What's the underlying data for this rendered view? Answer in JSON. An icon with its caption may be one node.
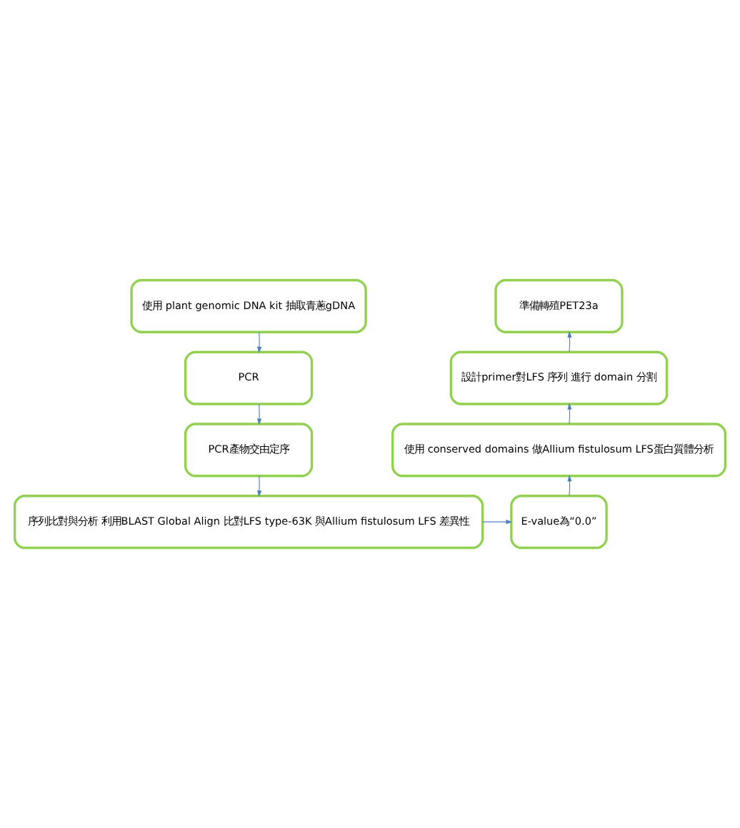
{
  "diagram": {
    "nodes": [
      {
        "text": [
          "使用 plant genomic DNA kit 抽取青蔥gDNA"
        ]
      },
      {
        "text": [
          "PCR"
        ]
      },
      {
        "text": [
          "PCR產物交由定序"
        ]
      },
      {
        "text": [
          "序列比對與分析 利用BLAST Global Align 比對LFS type-63K 與Allium fistulosum LFS 差異性"
        ]
      },
      {
        "text": [
          "E-value為“0.0”"
        ]
      },
      {
        "text": [
          "使用 conserved domains 做Allium fistulosum LFS蛋白質體分析"
        ]
      },
      {
        "text": [
          "設計primer對LFS 序列 進行 domain 分割"
        ]
      },
      {
        "text": [
          "準備轉殖PET23a"
        ]
      }
    ],
    "edges": [
      {
        "from": 0,
        "to": 1,
        "arrow": "to"
      },
      {
        "from": 1,
        "to": 2,
        "arrow": "to"
      },
      {
        "from": 2,
        "to": 3,
        "arrow": "to"
      },
      {
        "from": 3,
        "to": 4,
        "arrow": "to"
      },
      {
        "from": 4,
        "to": 5,
        "arrow": "to"
      },
      {
        "from": 5,
        "to": 6,
        "arrow": "to"
      },
      {
        "from": 6,
        "to": 7,
        "arrow": "to"
      }
    ]
  }
}
